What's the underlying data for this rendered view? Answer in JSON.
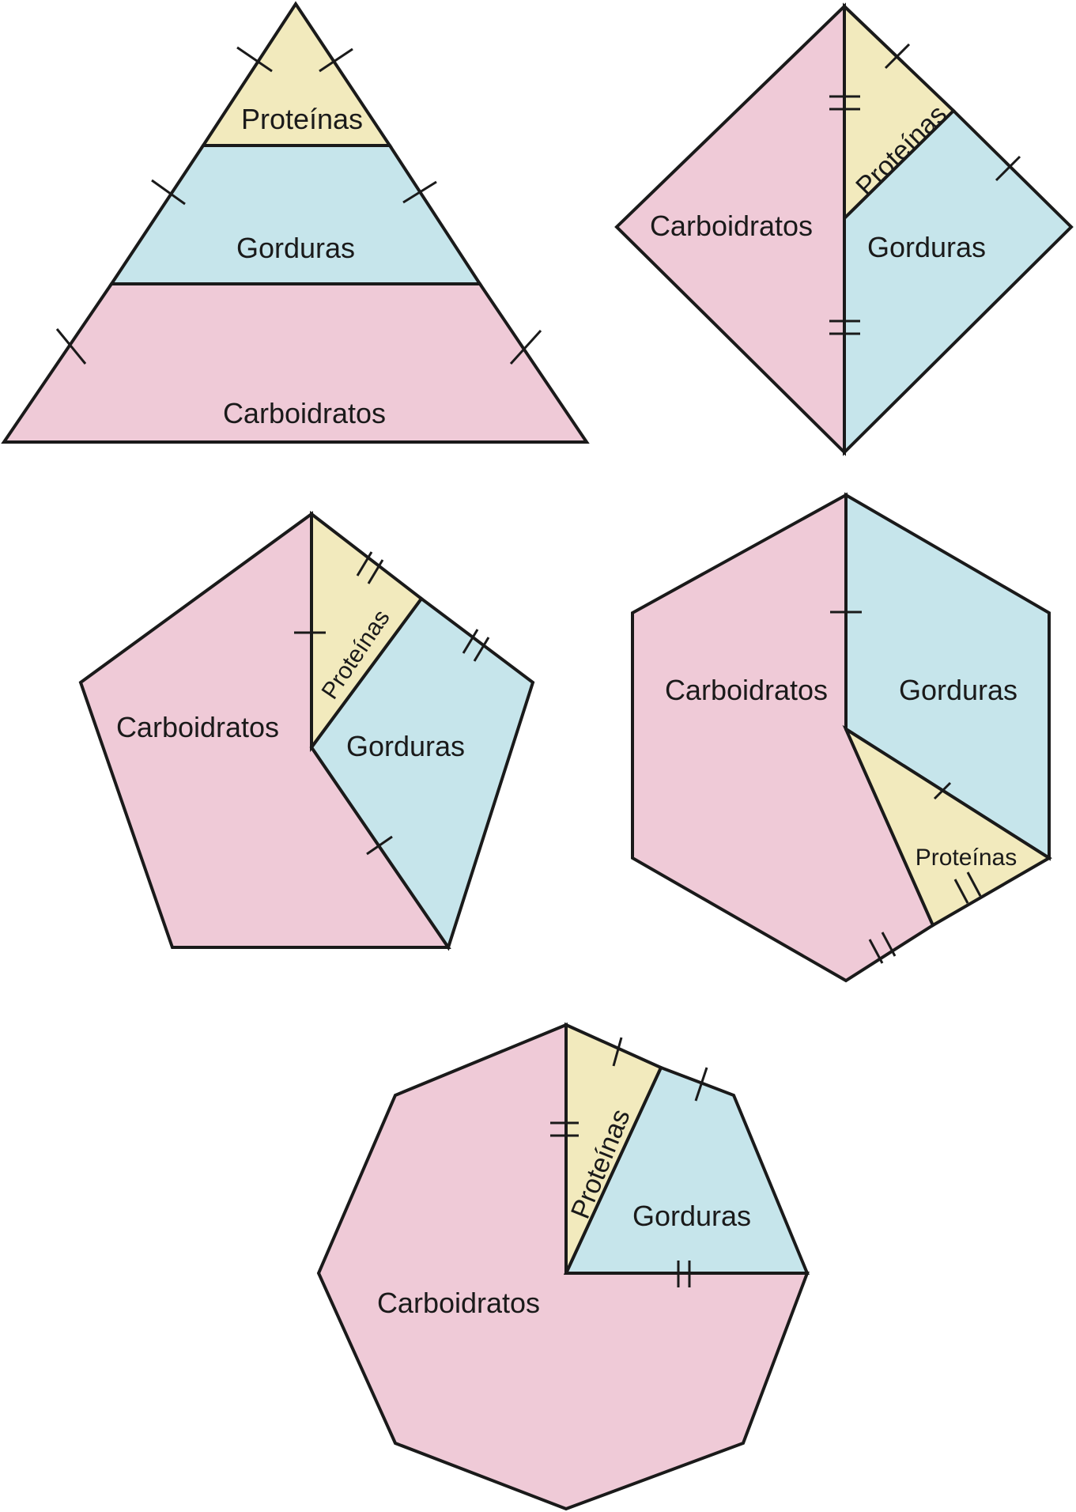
{
  "colors": {
    "proteinas": "#f2eabd",
    "gorduras": "#c6e5eb",
    "carboidratos": "#efcad7",
    "outline": "#1a1a1a"
  },
  "triangle": {
    "proteinas": "Proteínas",
    "gorduras": "Gorduras",
    "carboidratos": "Carboidratos"
  },
  "square": {
    "proteinas": "Proteínas",
    "gorduras": "Gorduras",
    "carboidratos": "Carboidratos"
  },
  "pentagon": {
    "proteinas": "Proteínas",
    "gorduras": "Gorduras",
    "carboidratos": "Carboidratos"
  },
  "hexagon": {
    "proteinas": "Proteínas",
    "gorduras": "Gorduras",
    "carboidratos": "Carboidratos"
  },
  "octagon": {
    "proteinas": "Proteínas",
    "gorduras": "Gorduras",
    "carboidratos": "Carboidratos"
  }
}
